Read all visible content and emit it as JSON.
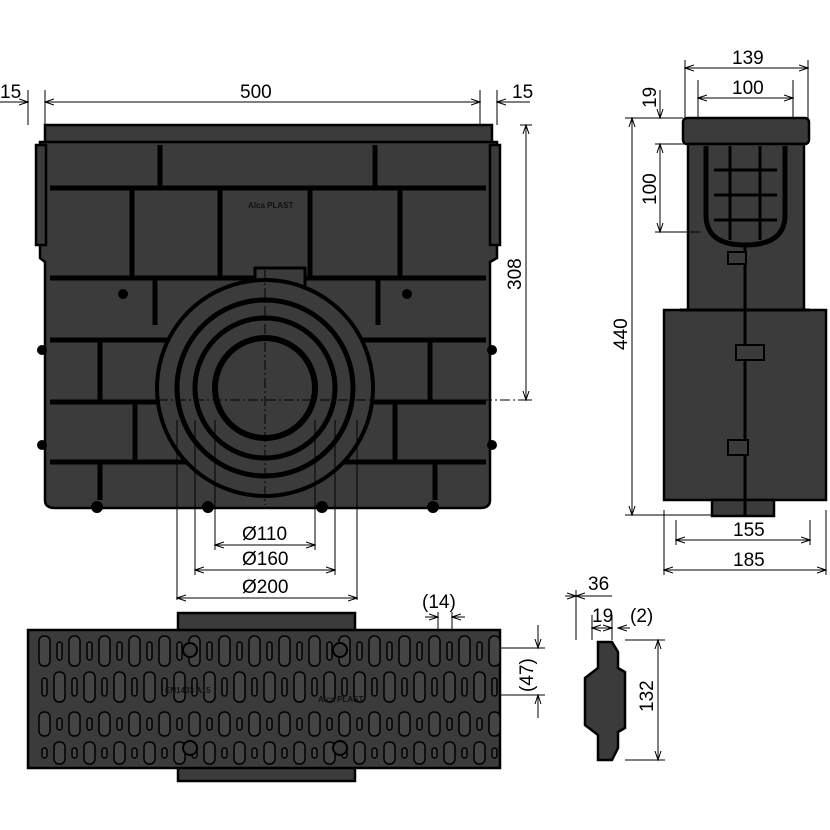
{
  "front_view": {
    "dims": {
      "left_margin": "15",
      "width": "500",
      "right_margin": "15",
      "outlet_height": "308",
      "d110": "Ø110",
      "d160": "Ø160",
      "d200": "Ø200"
    },
    "logo": "Alca PLAST"
  },
  "side_view": {
    "dims": {
      "top_width": "139",
      "inner_width": "100",
      "rim": "19",
      "grate_depth": "100",
      "height": "440",
      "base_inner": "155",
      "base_outer": "185"
    }
  },
  "grate_top_view": {
    "dims": {
      "slot_width": "(14)",
      "slot_length": "(47)"
    },
    "labels": {
      "standard": "EN1433  A15",
      "logo": "Alca PLAST"
    }
  },
  "grate_section": {
    "dims": {
      "overall": "36",
      "thickness": "19",
      "offset": "(2)",
      "width": "132"
    }
  },
  "colors": {
    "body": "#3b3b3b",
    "outline": "#000000"
  }
}
